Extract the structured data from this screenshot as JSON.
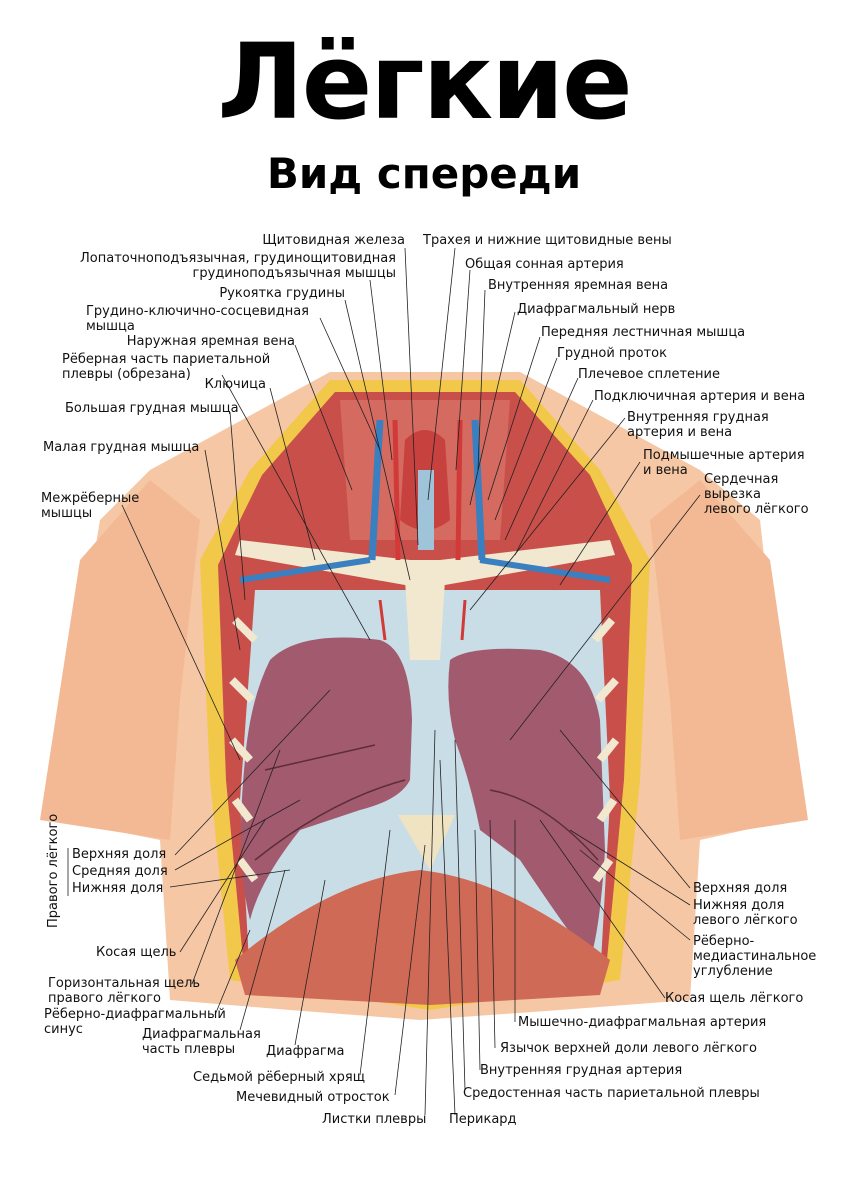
{
  "title": "Лёгкие",
  "subtitle": "Вид спереди",
  "labels": {
    "thyroid": "Щитовидная железа",
    "trachea": "Трахея и нижние щитовидные вены",
    "omohyoid_1": "Лопаточноподъязычная, грудинощитовидная",
    "omohyoid_2": "грудиноподъязычная мышцы",
    "common_carotid": "Общая сонная артерия",
    "manubrium": "Рукоятка грудины",
    "int_jugular": "Внутренняя яремная вена",
    "scm_1": "Грудино-ключично-сосцевидная",
    "scm_2": "мышца",
    "phrenic": "Диафрагмальный нерв",
    "ext_jugular": "Наружная яремная вена",
    "scalene": "Передняя лестничная мышца",
    "costal_pleura_1": "Рёберная часть париетальной",
    "costal_pleura_2": "плевры (обрезана)",
    "thoracic_duct": "Грудной проток",
    "clavicle": "Ключица",
    "brachial_plexus": "Плечевое сплетение",
    "subclavian": "Подключичная артерия и вена",
    "pec_major": "Большая грудная мышца",
    "int_thoracic_1": "Внутренняя грудная",
    "int_thoracic_2": "артерия и вена",
    "pec_minor": "Малая грудная мышца",
    "axillary_1": "Подмышечные артерия",
    "axillary_2": "и вена",
    "intercostal_1": "Межрёберные",
    "intercostal_2": "мышцы",
    "cardiac_notch_1": "Сердечная",
    "cardiac_notch_2": "вырезка",
    "cardiac_notch_3": "левого лёгкого",
    "right_lung": "Правого лёгкого",
    "r_upper": "Верхняя доля",
    "r_middle": "Средняя доля",
    "r_lower": "Нижняя доля",
    "l_upper": "Верхняя доля",
    "l_lower_1": "Нижняя доля",
    "l_lower_2": "левого лёгкого",
    "costomed_1": "Рёберно-",
    "costomed_2": "медиастинальное",
    "costomed_3": "углубление",
    "oblique": "Косая щель",
    "l_oblique": "Косая щель лёгкого",
    "horizontal_1": "Горизонтальная щель",
    "horizontal_2": "правого лёгкого",
    "costodiaph_1": "Рёберно-диафрагмальный",
    "costodiaph_2": "синус",
    "diaph_pleura_1": "Диафрагмальная",
    "diaph_pleura_2": "часть плевры",
    "diaphragm": "Диафрагма",
    "musculophrenic": "Мышечно-диафрагмальная артерия",
    "lingula": "Язычок верхней доли левого лёгкого",
    "seventh_cart": "Седьмой рёберный хрящ",
    "int_thoracic_art": "Внутренняя грудная артерия",
    "xiphoid": "Мечевидный отросток",
    "mediastinal_pleura": "Средостенная часть париетальной плевры",
    "pleura_layers": "Листки плевры",
    "pericardium": "Перикард"
  },
  "colors": {
    "skin": "#f6c7a4",
    "muscle": "#c9504a",
    "fat": "#f2c84a",
    "lung": "#a25a6e",
    "pleura": "#c9dde6",
    "bone": "#f1e8cf",
    "vein": "#3a7fc0",
    "artery": "#d23a3a"
  }
}
